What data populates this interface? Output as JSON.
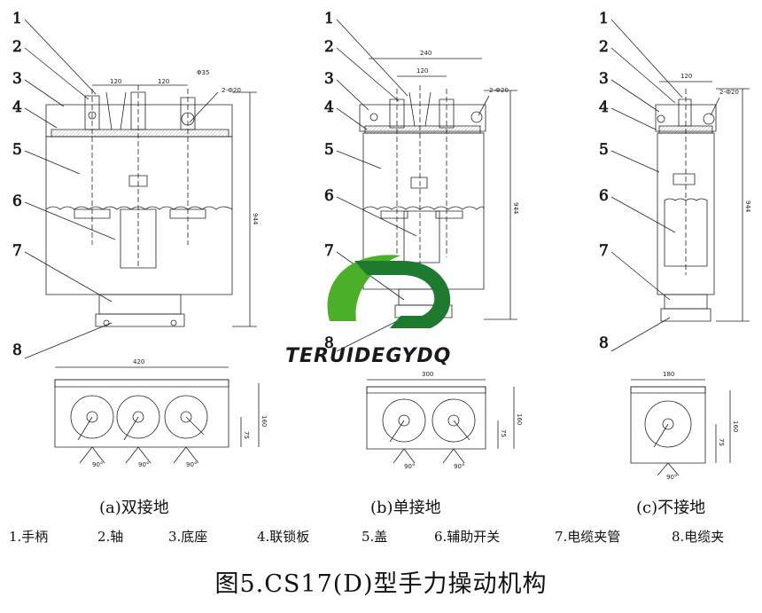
{
  "callouts": [
    "1",
    "2",
    "3",
    "4",
    "5",
    "6",
    "7",
    "8"
  ],
  "views": [
    {
      "id": "a",
      "caption": "(a)双接地",
      "dims": {
        "upper_left": "120",
        "upper_right": "120",
        "hole": "Φ35",
        "slot": "2-Ф20",
        "height": "944",
        "base_width": "420",
        "base_height": "160",
        "base_mid": "75",
        "angle": "90°"
      }
    },
    {
      "id": "b",
      "caption": "(b)单接地",
      "dims": {
        "top": "240",
        "upper": "120",
        "slot": "2-Ф20",
        "height": "944",
        "base_width": "300",
        "base_height": "160",
        "base_mid": "75",
        "angle": "90°"
      }
    },
    {
      "id": "c",
      "caption": "(c)不接地",
      "dims": {
        "upper": "120",
        "slot": "2-Ф20",
        "height": "944",
        "base_width": "180",
        "base_height": "160",
        "base_mid": "75",
        "angle": "90°"
      }
    }
  ],
  "legend": [
    "1.手柄",
    "2.轴",
    "3.底座",
    "4.联锁板",
    "5.盖",
    "6.辅助开关",
    "7.电缆夹管",
    "8.电缆夹"
  ],
  "title": "图5.CS17(D)型手力操动机构",
  "logo": {
    "text": "TERUIDEGYDQ",
    "colors": {
      "green": "#4caf2a",
      "dark_green": "#1e7a2e"
    }
  }
}
